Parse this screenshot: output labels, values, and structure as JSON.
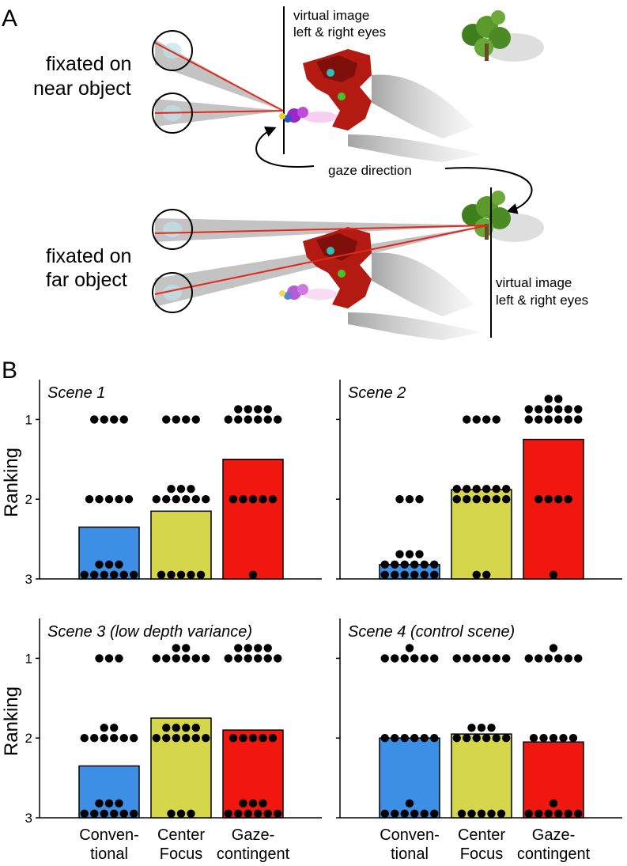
{
  "panel_a": {
    "letter": "A",
    "top_label_line1": "fixated on",
    "top_label_line2": "near object",
    "bottom_label_line1": "fixated on",
    "bottom_label_line2": "far object",
    "virtual_image_top_line1": "virtual image",
    "virtual_image_top_line2": "left & right eyes",
    "virtual_image_bottom_line1": "virtual image",
    "virtual_image_bottom_line2": "left & right eyes",
    "gaze_label": "gaze direction"
  },
  "panel_b": {
    "letter": "B"
  },
  "colors": {
    "conventional": "#3d8fe6",
    "center_focus": "#d5d64c",
    "gaze_contingent": "#f0170f",
    "gaze_line": "#e0291c"
  },
  "chart_data": [
    {
      "type": "bar",
      "title": "Scene 1",
      "ylabel": "Ranking",
      "ylim": [
        3,
        0.5
      ],
      "yticks": [
        "1",
        "2",
        "3"
      ],
      "categories": [
        "Conven-\ntional",
        "Center\nFocus",
        "Gaze-\ncontingent"
      ],
      "values": [
        2.35,
        2.15,
        1.5
      ],
      "rank_counts": [
        [
          4,
          5,
          9
        ],
        [
          4,
          9,
          5
        ],
        [
          10,
          5,
          1
        ]
      ]
    },
    {
      "type": "bar",
      "title": "Scene 2",
      "ylabel": "",
      "ylim": [
        3,
        0.5
      ],
      "yticks": [
        "1",
        "2",
        "3"
      ],
      "categories": [
        "Conven-\ntional",
        "Center\nFocus",
        "Gaze-\ncontingent"
      ],
      "values": [
        2.82,
        1.88,
        1.25
      ],
      "rank_counts": [
        [
          0,
          3,
          15
        ],
        [
          4,
          12,
          2
        ],
        [
          14,
          4,
          1
        ]
      ]
    },
    {
      "type": "bar",
      "title": "Scene 3 (low depth variance)",
      "ylabel": "Ranking",
      "ylim": [
        3,
        0.5
      ],
      "yticks": [
        "1",
        "2",
        "3"
      ],
      "categories": [
        "Conven-\ntional",
        "Center\nFocus",
        "Gaze-\ncontingent"
      ],
      "values": [
        2.35,
        1.75,
        1.9
      ],
      "rank_counts": [
        [
          3,
          8,
          9
        ],
        [
          8,
          10,
          3
        ],
        [
          10,
          5,
          9
        ]
      ]
    },
    {
      "type": "bar",
      "title": "Scene 4 (control scene)",
      "ylabel": "",
      "ylim": [
        3,
        0.5
      ],
      "yticks": [
        "1",
        "2",
        "3"
      ],
      "categories": [
        "Conven-\ntional",
        "Center\nFocus",
        "Gaze-\ncontingent"
      ],
      "values": [
        2.0,
        1.95,
        2.05
      ],
      "rank_counts": [
        [
          7,
          6,
          7
        ],
        [
          6,
          9,
          5
        ],
        [
          7,
          5,
          7
        ]
      ]
    }
  ]
}
